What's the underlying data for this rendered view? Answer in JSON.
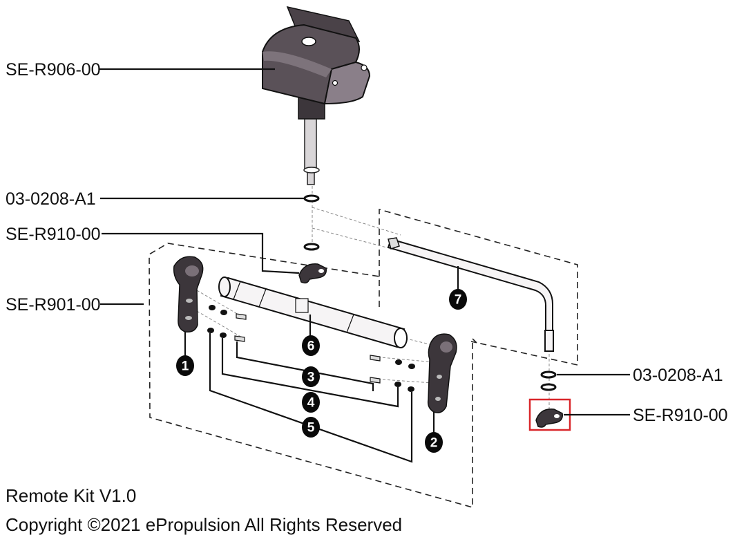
{
  "labels": {
    "top_part": "SE-R906-00",
    "washer_top": "03-0208-A1",
    "link_left": "SE-R910-00",
    "kit_group": "SE-R901-00",
    "washer_right": "03-0208-A1",
    "link_right": "SE-R910-00"
  },
  "callouts": [
    "1",
    "2",
    "3",
    "4",
    "5",
    "6",
    "7"
  ],
  "footer": {
    "line1": "Remote Kit V1.0",
    "line2": "Copyright ©2021 ePropulsion All Rights Reserved"
  },
  "colors": {
    "highlight_box": "#d9262a",
    "part_dark": "#5a5158",
    "part_light": "#f4f2f3"
  }
}
